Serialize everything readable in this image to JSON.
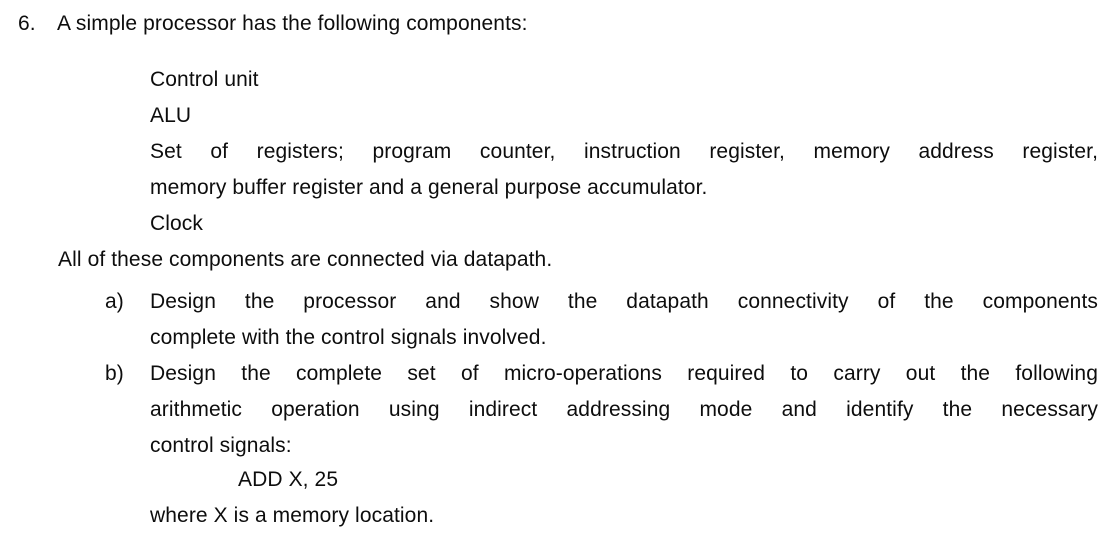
{
  "document": {
    "background_color": "#ffffff",
    "text_color": "#0d0d0d"
  },
  "question": {
    "number": "6.",
    "stem": "A simple processor has the following components:"
  },
  "components": [
    {
      "text": "Control unit"
    },
    {
      "text": "ALU"
    },
    {
      "line1": "Set of registers; program counter, instruction register, memory address register,",
      "line2": "memory buffer register and a general purpose accumulator."
    },
    {
      "text": "Clock"
    }
  ],
  "connection_note": "All of these components are connected via datapath.",
  "sub_items": [
    {
      "marker": "a)",
      "line1": "Design the processor and show the datapath connectivity of the components",
      "line2": "complete with the control signals involved."
    },
    {
      "marker": "b)",
      "line1": "Design the complete set of micro-operations required to carry out the following",
      "line2": "arithmetic operation using indirect addressing mode and identify the necessary",
      "line3": "control signals:"
    }
  ],
  "instruction": "ADD X, 25",
  "closing_note": "where X is a memory location."
}
